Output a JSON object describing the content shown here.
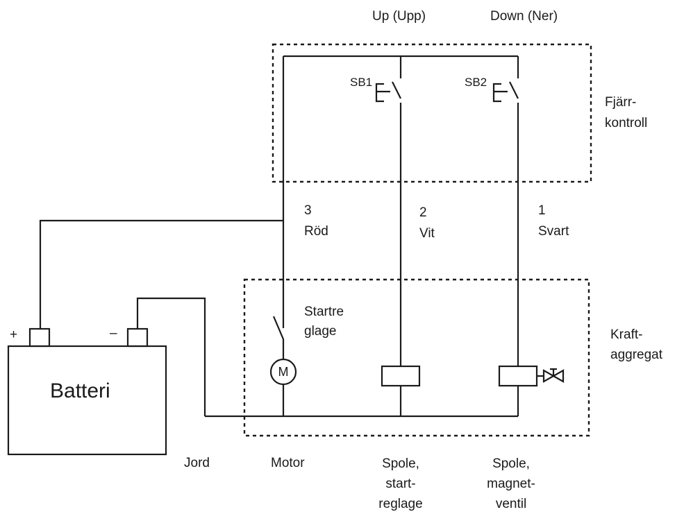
{
  "labels": {
    "up": "Up (Upp)",
    "down": "Down (Ner)",
    "sb1": "SB1",
    "sb2": "SB2",
    "remote_line1": "Fjärr-",
    "remote_line2": "kontroll",
    "wire3_num": "3",
    "wire3_color": "Röd",
    "wire2_num": "2",
    "wire2_color": "Vit",
    "wire1_num": "1",
    "wire1_color": "Svart",
    "starter_line1": "Startre",
    "starter_line2": "glage",
    "power_line1": "Kraft-",
    "power_line2": "aggregat",
    "battery": "Batteri",
    "plus": "+",
    "minus": "–",
    "motor_symbol": "M",
    "ground": "Jord",
    "motor": "Motor",
    "coil_start_1": "Spole,",
    "coil_start_2": "start-",
    "coil_start_3": "reglage",
    "coil_valve_1": "Spole,",
    "coil_valve_2": "magnet-",
    "coil_valve_3": "ventil"
  }
}
